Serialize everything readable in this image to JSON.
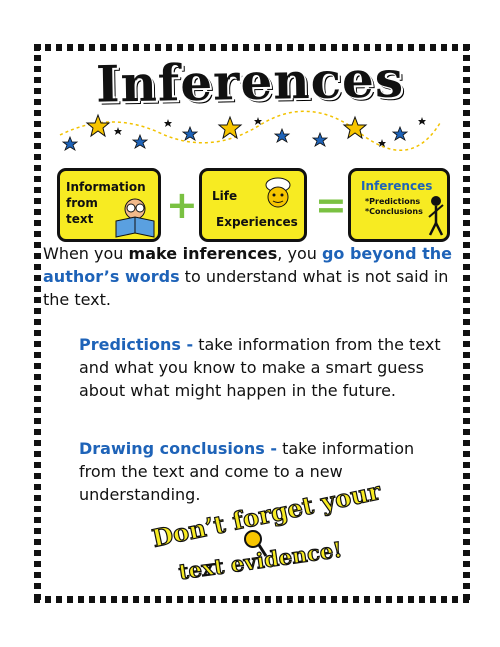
{
  "title": "Inferences",
  "boxes": {
    "information": {
      "lines": [
        "Information",
        "from",
        "text"
      ]
    },
    "life": {
      "line1": "Life",
      "line2": "Experiences"
    },
    "inferences": {
      "title": "Inferences",
      "items": [
        "*Predictions",
        "*Conclusions"
      ]
    }
  },
  "operators": {
    "plus": "+",
    "equals": "="
  },
  "intro": {
    "a": "When you ",
    "b": "make inferences",
    "c": ", you ",
    "d": "go beyond the author’s words",
    "e": " to understand what is not said in the text."
  },
  "predictions": {
    "term": "Predictions -",
    "text": " take information from the text and what you know to make a smart guess about what might happen in the future."
  },
  "conclusions": {
    "term": "Drawing conclusions -",
    "text": " take information from the text and come to a new understanding."
  },
  "reminder": {
    "line1": "Don’t forget your",
    "line2": "text evidence!"
  },
  "colors": {
    "box_fill": "#f7eb22",
    "accent_blue": "#1e63b8",
    "plus_green": "#7ac142"
  }
}
